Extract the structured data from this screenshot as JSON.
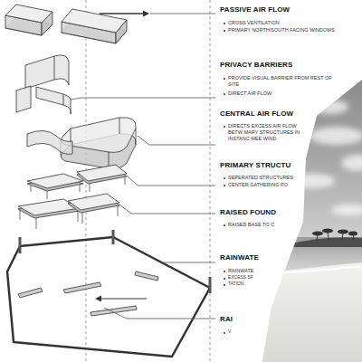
{
  "diagram": {
    "labels": [
      "PASSIVE AIR FLOW",
      "CROSS VENTILATION",
      "PRIMARY NORTH/SOUTH FACING WINDOWS",
      "PRIVACY BARRIERS",
      "PROVIDE VISUAL BARRIER FROM REST OF SITE",
      "DIRECT AIR FLOW",
      "CENTRAL AIR FLOW",
      "DIRECTS EXCESS AIR FLOW BETW MARY STRUCTURES IN INSTANC MEE WIND",
      "PRIMARY STRUCTU",
      "SEPERATED STRUCTURES",
      "CENTER GATHERING PO",
      "RAISED FOUND",
      "RAISED BASE TO C",
      "RAINWATE",
      "RAINWATE",
      "EXCESS SF",
      "TATION",
      "RAI",
      "V"
    ]
  }
}
